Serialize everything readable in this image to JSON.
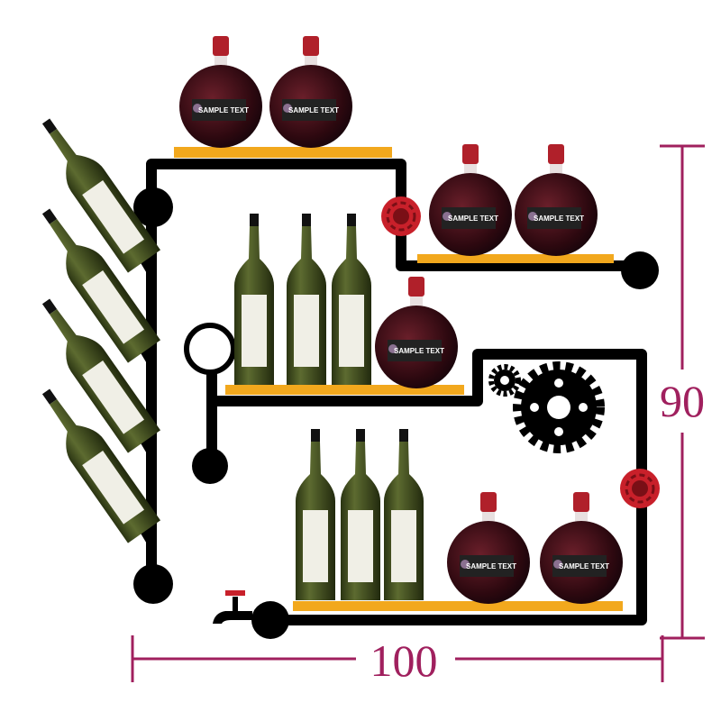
{
  "product": {
    "bottle_label_text": "SAMPLE TEXT",
    "dimensions": {
      "height_label": "90",
      "width_label": "100"
    }
  },
  "colors": {
    "pipe": "#000000",
    "shelf": "#f2a81d",
    "dimension": "#a0205e",
    "valve": "#c8202a",
    "wine": "#3a0d14",
    "green_bottle": "#3d4a1e"
  }
}
